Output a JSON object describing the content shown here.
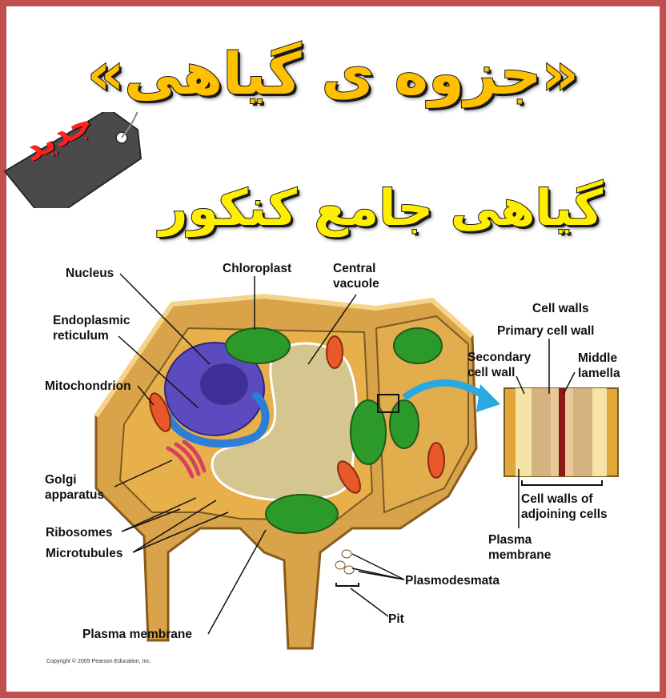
{
  "header": {
    "title": "«جزوه ی گیاهی»",
    "subtitle": "گیاهی جامع کنکور",
    "tag_label": "جدید"
  },
  "labels": {
    "nucleus": "Nucleus",
    "er": "Endoplasmic\nreticulum",
    "mitochondrion": "Mitochondrion",
    "golgi": "Golgi\napparatus",
    "ribosomes": "Ribosomes",
    "microtubules": "Microtubules",
    "plasma_membrane": "Plasma membrane",
    "chloroplast": "Chloroplast",
    "central_vacuole": "Central\nvacuole",
    "plasmodesmata": "Plasmodesmata",
    "pit": "Pit",
    "cell_walls": "Cell walls",
    "primary_cell_wall": "Primary cell wall",
    "secondary_cell_wall": "Secondary\ncell wall",
    "middle_lamella": "Middle\nlamella",
    "cell_walls_adjoining": "Cell walls of\nadjoining cells",
    "plasma_membrane_inset": "Plasma\nmembrane"
  },
  "copyright": "Copyright © 2009 Pearson Education, Inc.",
  "colors": {
    "frame": "#c0504d",
    "title_fill": "#ffc000",
    "subtitle_fill": "#ffee00",
    "tag_body": "#4a4a4a",
    "tag_text": "#ff2020"
  }
}
